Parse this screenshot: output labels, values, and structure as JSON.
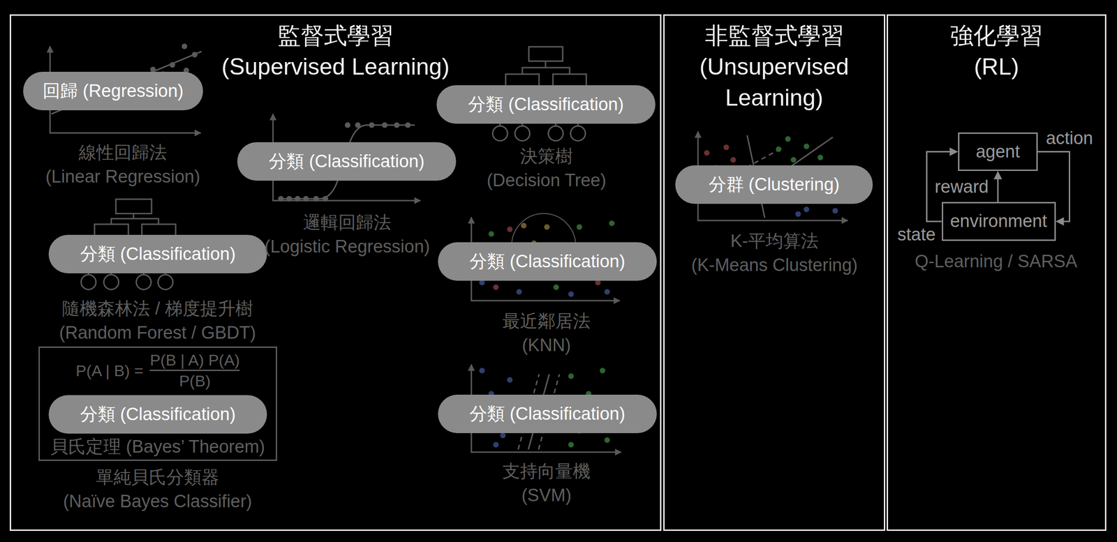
{
  "diagram": {
    "nodes": [
      {
        "text": [
          "監督式學習 (Supervised Learning)"
        ]
      },
      {
        "text": [
          "回歸 (Regression)"
        ],
        "in": 0
      },
      {
        "text": [
          "分類 (Classification)"
        ],
        "in": 0
      },
      {
        "text": [
          "分類 (Classification)"
        ],
        "in": 0
      },
      {
        "text": [
          "分類 (Classification)"
        ],
        "in": 0
      },
      {
        "text": [
          "分類 (Classification)"
        ],
        "in": 0
      },
      {
        "text": [
          "P(A | B) =",
          "P(B | A) P(A)",
          "P(B)",
          "貝氏定理 (Bayes’ Theorem)"
        ],
        "in": 0
      },
      {
        "text": [
          "分類 (Classification)"
        ],
        "in": 6
      },
      {
        "text": [
          "分類 (Classification)"
        ],
        "in": 0
      },
      {
        "text": [
          "非監督式學習 (Unsupervised Learning)"
        ]
      },
      {
        "text": [
          "分群 (Clustering)"
        ],
        "in": 9
      },
      {
        "text": [
          "強化學習 (RL)"
        ]
      },
      {
        "text": [
          "agent"
        ],
        "in": 11
      },
      {
        "text": [
          "environment"
        ],
        "in": 11
      }
    ],
    "edges": [
      {
        "from": 12,
        "to": 13,
        "label": "action",
        "arrow": "to"
      },
      {
        "from": 13,
        "to": 12,
        "label": "reward",
        "arrow": "to"
      },
      {
        "from": 13,
        "to": 12,
        "label": "state",
        "arrow": "to"
      }
    ],
    "labels": [
      "線性回歸法 (Linear Regression)",
      "邏輯回歸法 (Logistic Regression)",
      "決策樹 (Decision Tree)",
      "隨機森林法 / 梯度提升樹 (Random Forest / GBDT)",
      "最近鄰居法 (KNN)",
      "單純貝氏分類器 (Naïve Bayes Classifier)",
      "支持向量機 (SVM)",
      "K-平均算法 (K-Means Clustering)",
      "Q-Learning / SARSA"
    ]
  }
}
